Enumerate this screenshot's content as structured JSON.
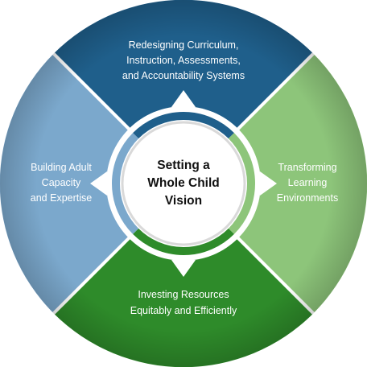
{
  "center": {
    "lines": [
      "Setting a",
      "Whole Child",
      "Vision"
    ]
  },
  "segments": {
    "top": {
      "lines": [
        "Redesigning Curriculum,",
        "Instruction, Assessments,",
        "and Accountability Systems"
      ],
      "color": "#1f5f8b"
    },
    "right": {
      "lines": [
        "Transforming",
        "Learning",
        "Environments"
      ],
      "color": "#8dc57a"
    },
    "bottom": {
      "lines": [
        "Investing Resources",
        "Equitably and Efficiently"
      ],
      "color": "#2e8b2a"
    },
    "left": {
      "lines": [
        "Building Adult",
        "Capacity",
        "and Expertise"
      ],
      "color": "#7ba8cc"
    }
  },
  "colors": {
    "divider": "#ffffff",
    "arrow": "#ffffff",
    "ring_outer": "#d9d9d9",
    "center_fill": "#ffffff"
  },
  "icons": {
    "arrows": "triangle-arrow-icon"
  }
}
